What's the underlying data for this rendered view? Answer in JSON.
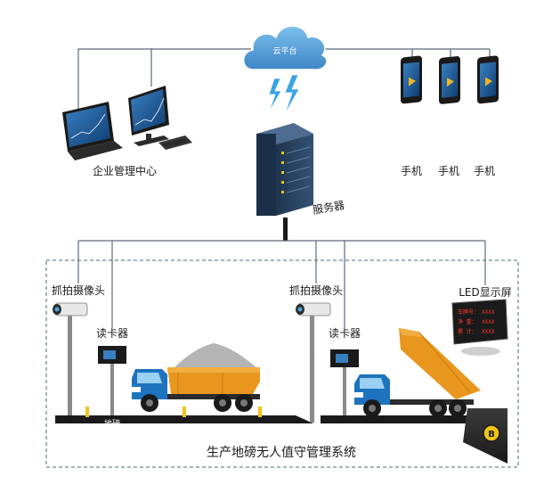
{
  "cloud": {
    "label": "云平台"
  },
  "server": {
    "label": "服务器"
  },
  "management": {
    "label": "企业管理中心"
  },
  "phones": [
    {
      "label": "手机"
    },
    {
      "label": "手机"
    },
    {
      "label": "手机"
    }
  ],
  "cameras": [
    {
      "label": "抓拍摄像头"
    },
    {
      "label": "抓拍摄像头"
    }
  ],
  "card_readers": [
    {
      "label": "读卡器"
    },
    {
      "label": "读卡器"
    }
  ],
  "led_display": {
    "label": "LED显示屏",
    "rows": [
      {
        "key": "车牌号：",
        "value": "XXXX"
      },
      {
        "key": "净  重：",
        "value": "XXXX"
      },
      {
        "key": "累  计：",
        "value": "XXXX"
      }
    ]
  },
  "scale": {
    "label": "地磅"
  },
  "badge": {
    "label": "B"
  },
  "system_title": "生产地磅无人值守管理系统",
  "colors": {
    "line": "#5a6b7a",
    "cloud": "#5aa0d8",
    "server": "#2a4360",
    "truck_cab": "#1e73be",
    "truck_bed": "#e8961e",
    "led_bg": "#1a1a1a",
    "led_text": "#ff3b2f"
  }
}
